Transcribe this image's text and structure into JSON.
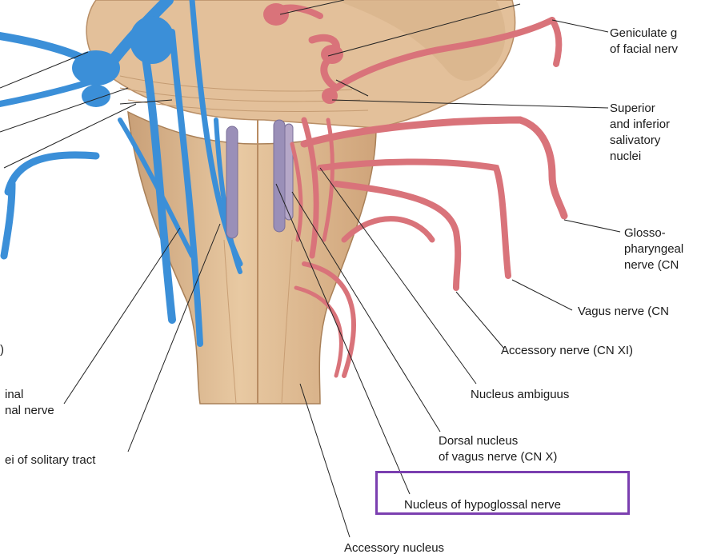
{
  "colors": {
    "brainstem": "#dcb58c",
    "brainstem_shadow": "#c39a70",
    "sensory_blue": "#3b8fd8",
    "motor_red": "#d9737a",
    "nucleus_purple": "#9a8fb8",
    "highlight_box": "#7b3fb0",
    "leader_line": "#222222"
  },
  "labels": {
    "geniculate_line1": "Geniculate g",
    "geniculate_line2": "of facial nerv",
    "salivatory_line1": "Superior",
    "salivatory_line2": "and inferior",
    "salivatory_line3": "salivatory",
    "salivatory_line4": "nuclei",
    "glosso_line1": "Glosso-",
    "glosso_line2": "pharyngeal",
    "glosso_line3": "nerve (CN",
    "vagus": "Vagus nerve (CN",
    "accessory_nerve": "Accessory nerve (CN XI)",
    "nucleus_ambiguus": "Nucleus ambiguus",
    "dorsal_line1": "Dorsal nucleus",
    "dorsal_line2": "of vagus nerve (CN X)",
    "hypoglossal": "Nucleus of hypoglossal nerve",
    "accessory_nucleus": "Accessory nucleus",
    "spinal_line1": "inal",
    "spinal_line2": "nal nerve",
    "solitary": "ei of solitary tract",
    "left_edge_glyph": ")"
  }
}
